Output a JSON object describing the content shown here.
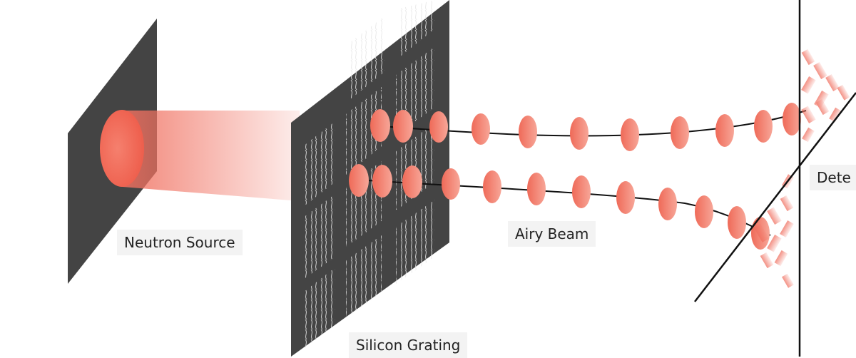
{
  "labels": {
    "source": "Neutron Source",
    "grating": "Silicon Grating",
    "beam": "Airy Beam",
    "detector": "Dete"
  },
  "colors": {
    "panel": "#444444",
    "beam": "#f07060",
    "beam_light": "#fbd7d0",
    "line": "#111111",
    "label_bg": "#f3f3f3"
  }
}
